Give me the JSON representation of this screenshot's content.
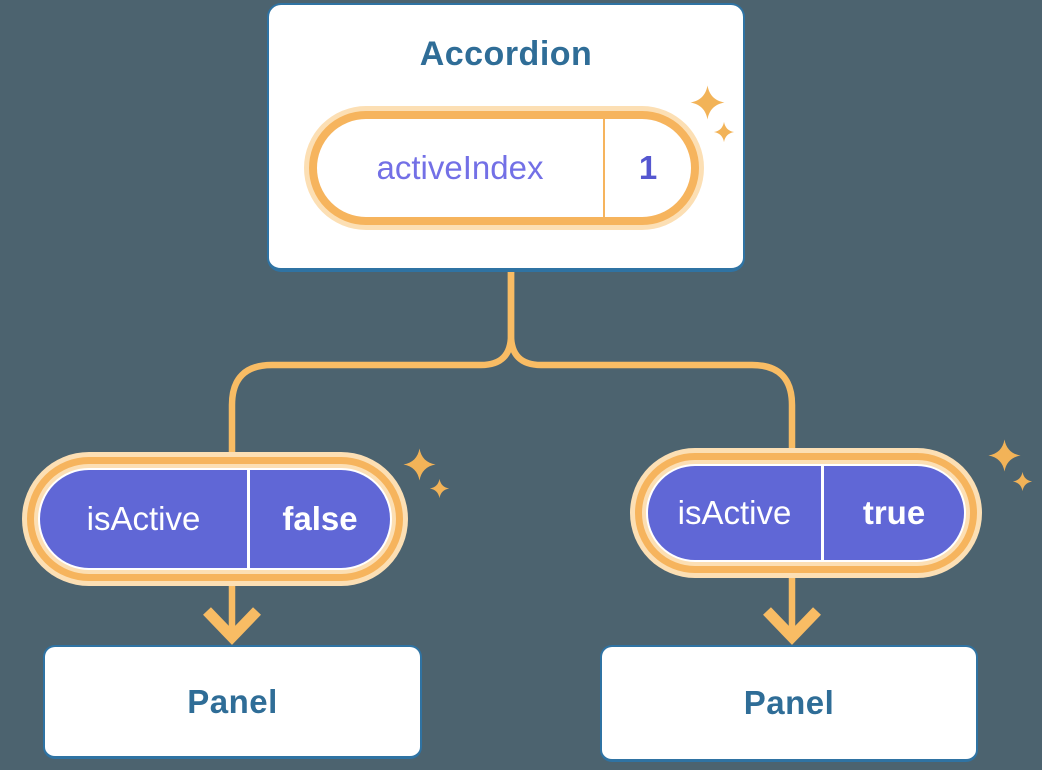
{
  "diagram": {
    "description": "Component tree: Accordion holding state, passing props to two Panels",
    "root": {
      "title": "Accordion",
      "state": {
        "name": "activeIndex",
        "value": "1"
      }
    },
    "children": [
      {
        "prop": {
          "name": "isActive",
          "value": "false"
        },
        "child": {
          "title": "Panel"
        }
      },
      {
        "prop": {
          "name": "isActive",
          "value": "true"
        },
        "child": {
          "title": "Panel"
        }
      }
    ]
  },
  "icons": {
    "sparkle": "four-point-star"
  },
  "colors": {
    "background": "#4c636f",
    "card_fill": "#ffffff",
    "card_border_blue": "#2f73a3",
    "title_blue": "#2f6d97",
    "connector_orange": "#f8bc64",
    "ring_orange": "#f6b45d",
    "ring_glow": "#fcdfb4",
    "pill_purple": "#6067d6",
    "state_label_purple": "#7370e6",
    "state_value_purple": "#5557d0",
    "prop_text_white": "#ffffff",
    "sparkle_orange": "#f2b358"
  }
}
